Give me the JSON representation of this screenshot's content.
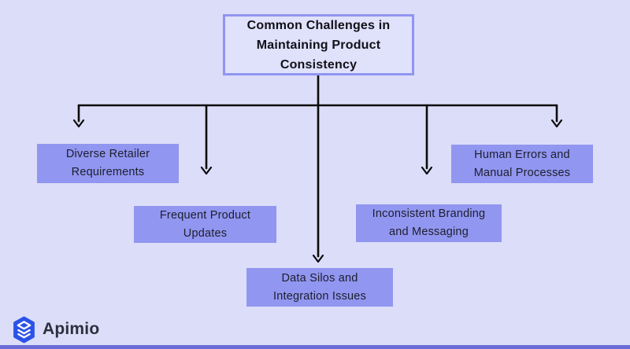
{
  "colors": {
    "background": "#dcddf8",
    "title_fill": "#e0e1fb",
    "title_border": "#9095f2",
    "node_fill": "#9196f0",
    "node_text": "#1d1e2e",
    "title_text": "#101018",
    "connector": "#0b0b0b",
    "bottom_bar": "#696bd8",
    "logo_blue": "#2b52e8",
    "logo_text": "#2d2f3e"
  },
  "title": {
    "text": "Common Challenges in Maintaining Product Consistency",
    "lines": [
      "Common Challenges in",
      "Maintaining Product",
      "Consistency"
    ]
  },
  "nodes": [
    {
      "id": "diverse-retailer-requirements",
      "text": "Diverse Retailer Requirements",
      "lines": [
        "Diverse Retailer",
        "Requirements"
      ]
    },
    {
      "id": "frequent-product-updates",
      "text": "Frequent Product Updates",
      "lines": [
        "Frequent Product",
        "Updates"
      ]
    },
    {
      "id": "data-silos-integration-issues",
      "text": "Data Silos and Integration Issues",
      "lines": [
        "Data Silos and",
        "Integration Issues"
      ]
    },
    {
      "id": "inconsistent-branding-messaging",
      "text": "Inconsistent Branding and Messaging",
      "lines": [
        "Inconsistent Branding",
        "and Messaging"
      ]
    },
    {
      "id": "human-errors-manual-processes",
      "text": "Human Errors and Manual Processes",
      "lines": [
        "Human Errors and",
        "Manual Processes"
      ]
    }
  ],
  "logo": {
    "text": "Apimio",
    "icon": "apimio-box-icon"
  }
}
